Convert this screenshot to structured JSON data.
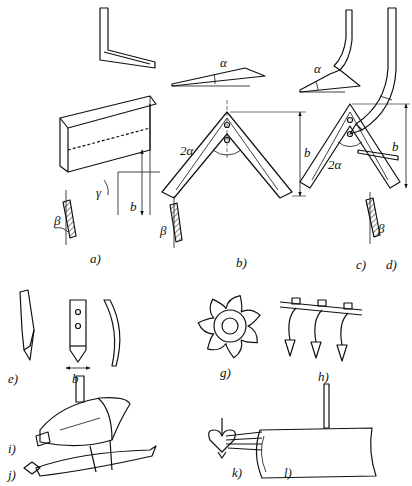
{
  "diagram": {
    "labels": [
      "γ",
      "b",
      "β",
      "a)",
      "α",
      "2α",
      "b",
      "β",
      "b)",
      "α",
      "2α",
      "b",
      "β",
      "c)",
      "d)",
      "b",
      "e)",
      "g)",
      "h)",
      "i)",
      "j)",
      "k)",
      "l)"
    ]
  }
}
